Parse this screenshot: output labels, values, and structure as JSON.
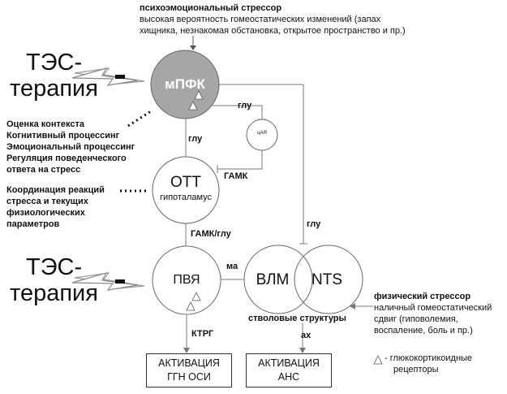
{
  "stressor_top": {
    "title": "психоэмоциональный стрессор",
    "line1": "высокая вероятность гомеостатических изменений (запах",
    "line2": "хищника, незнакомая обстановка, открытое пространство и пр.)"
  },
  "tes_top": {
    "line1": "ТЭС-",
    "line2": "терапия"
  },
  "tes_bottom": {
    "line1": "ТЭС-",
    "line2": "терапия"
  },
  "nodes": {
    "mpfk": "мПФК",
    "cam": "цАЯ",
    "ott": "ОТТ",
    "ott_sub": "гипоталамус",
    "pvya": "ПВЯ",
    "vlm": "ВЛМ",
    "nts": "NTS"
  },
  "functions_mpfk": [
    "Оценка контекста",
    "Когнитивный процессинг",
    "Эмоциональный процессинг",
    "Регуляция поведенческого",
    "ответа на стресс"
  ],
  "functions_ott": [
    "Координация реакций",
    "стресса и текущих",
    "физиологических",
    "параметров"
  ],
  "edge_labels": {
    "glu_mpfk_cam": "глу",
    "glu_mpfk_ott": "глу",
    "gamk_cam_ott": "ГАМК",
    "gamk_glu": "ГАМК/глу",
    "glu_right": "глу",
    "ma": "ма",
    "ktrg": "КТРГ",
    "ax": "ах"
  },
  "brainstem_label": "стволовые структуры",
  "stressor_bottom": {
    "title": "физический стрессор",
    "line1": "наличный гомеостатический",
    "line2": "сдвиг (гиповолемия,",
    "line3": "воспаление, боль и пр.)"
  },
  "boxes": {
    "hpa": {
      "line1": "АКТИВАЦИЯ",
      "line2": "ГГН ОСИ"
    },
    "ans": {
      "line1": "АКТИВАЦИЯ",
      "line2": "АНС"
    }
  },
  "legend": {
    "line1": "- глюкокортикоидные",
    "line2": "рецепторы"
  },
  "colors": {
    "mpfk_fill": "#a6a6a6",
    "stroke": "#666666",
    "text": "#111111"
  }
}
